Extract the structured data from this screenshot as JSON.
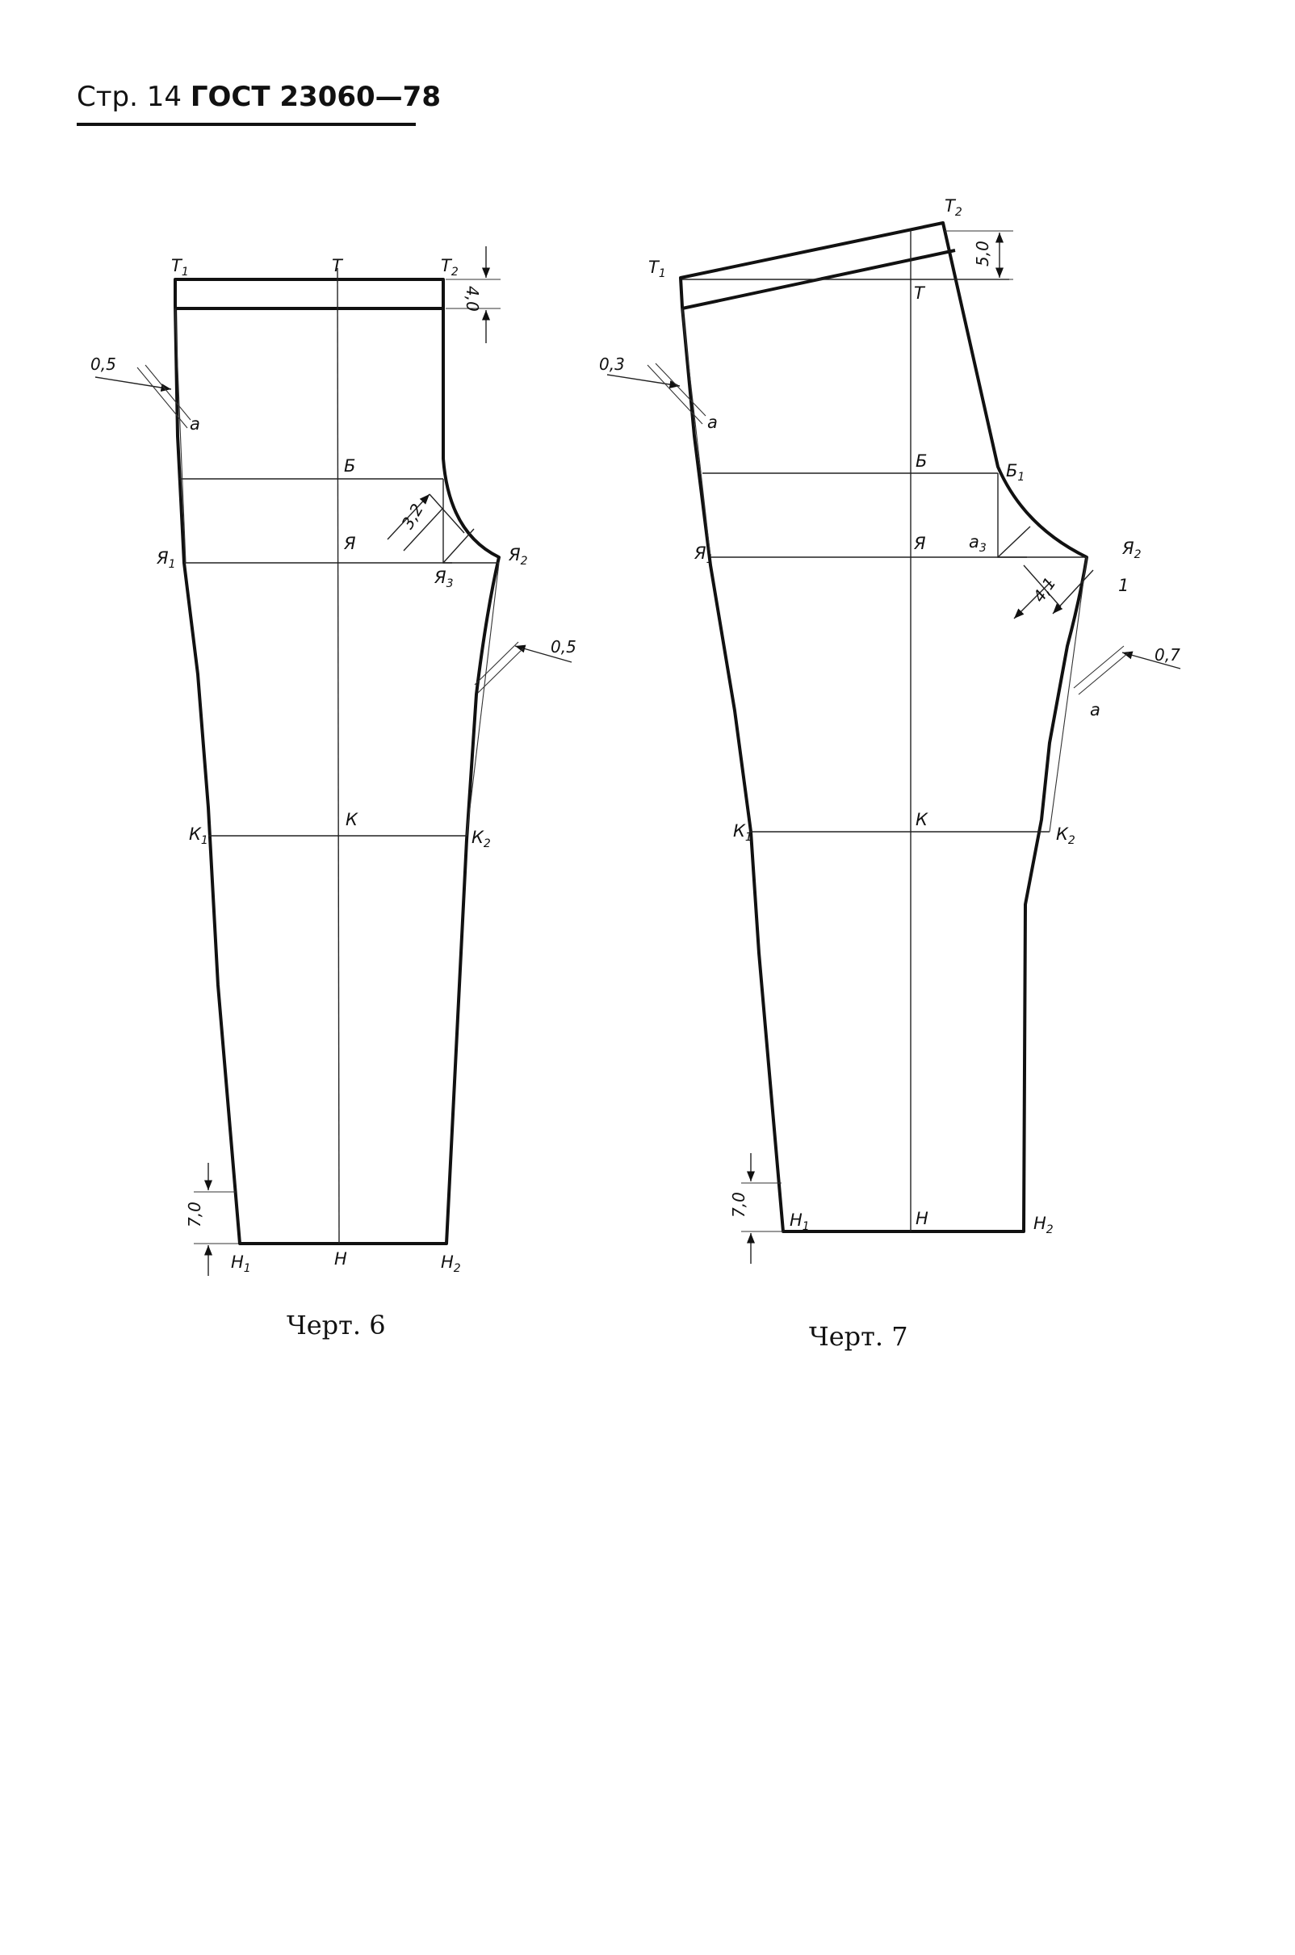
{
  "header": {
    "page": "Стр. 14",
    "standard": "ГОСТ 23060—78"
  },
  "figure6": {
    "caption": "Черт. 6",
    "points": {
      "T1": "Т",
      "T1_sub": "1",
      "T": "Т",
      "T2": "Т",
      "T2_sub": "2",
      "a": "а",
      "B": "Б",
      "Ya": "Я",
      "Ya1": "Я",
      "Ya1_sub": "1",
      "Ya2": "Я",
      "Ya2_sub": "2",
      "Ya3": "Я",
      "Ya3_sub": "3",
      "K": "К",
      "K1": "К",
      "K1_sub": "1",
      "K2": "К",
      "K2_sub": "2",
      "H": "Н",
      "H1": "Н",
      "H1_sub": "1",
      "H2": "Н",
      "H2_sub": "2"
    },
    "dimensions": {
      "left_offset": "0,5",
      "right_offset": "0,5",
      "crotch": "3,2",
      "waistband": "4,0",
      "hem": "7,0"
    }
  },
  "figure7": {
    "caption": "Черт. 7",
    "points": {
      "T1": "Т",
      "T1_sub": "1",
      "T": "Т",
      "T2": "Т",
      "T2_sub": "2",
      "a_left": "а",
      "a_right": "а",
      "B": "Б",
      "B1": "Б",
      "B1_sub": "1",
      "Ya": "Я",
      "Ya1": "Я",
      "Ya1_sub": "1",
      "Ya2": "Я",
      "Ya2_sub": "2",
      "a3": "а",
      "a3_sub": "3",
      "one": "1",
      "K": "К",
      "K1": "К",
      "K1_sub": "1",
      "K2": "К",
      "K2_sub": "2",
      "H": "Н",
      "H1": "Н",
      "H1_sub": "1",
      "H2": "Н",
      "H2_sub": "2"
    },
    "dimensions": {
      "left_offset": "0,3",
      "right_offset": "0,7",
      "crotch": "4,1",
      "waist_rise": "5,0",
      "hem": "7,0"
    }
  }
}
